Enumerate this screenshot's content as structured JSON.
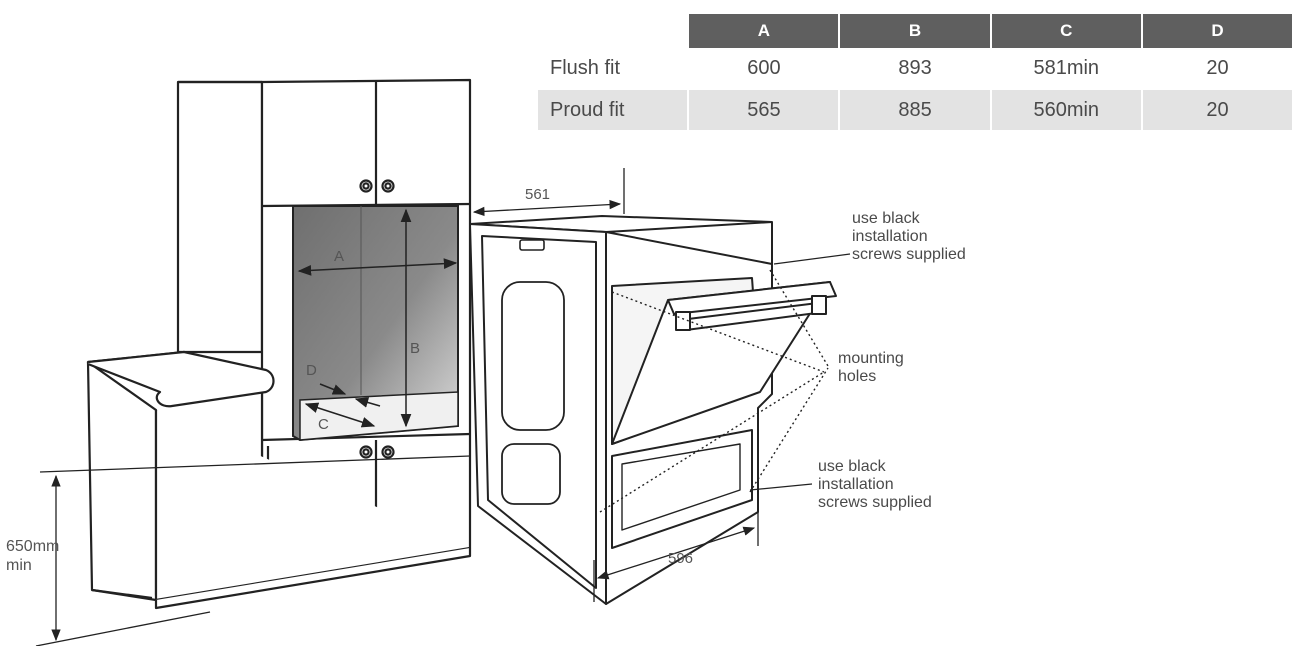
{
  "table": {
    "headers": [
      "",
      "A",
      "B",
      "C",
      "D"
    ],
    "rows": [
      {
        "label": "Flush fit",
        "values": [
          "600",
          "893",
          "581min",
          "20"
        ]
      },
      {
        "label": "Proud fit",
        "values": [
          "565",
          "885",
          "560min",
          "20"
        ]
      }
    ]
  },
  "labels": {
    "depth": "561",
    "width": "596",
    "height_line1": "650mm",
    "height_line2": "min",
    "cavity_a": "A",
    "cavity_b": "B",
    "cavity_c": "C",
    "cavity_d": "D"
  },
  "notes": {
    "screws_top": [
      "use black",
      "installation",
      "screws supplied"
    ],
    "mounting_holes": [
      "mounting",
      "holes"
    ],
    "screws_bottom": [
      "use black",
      "installation",
      "screws supplied"
    ]
  }
}
